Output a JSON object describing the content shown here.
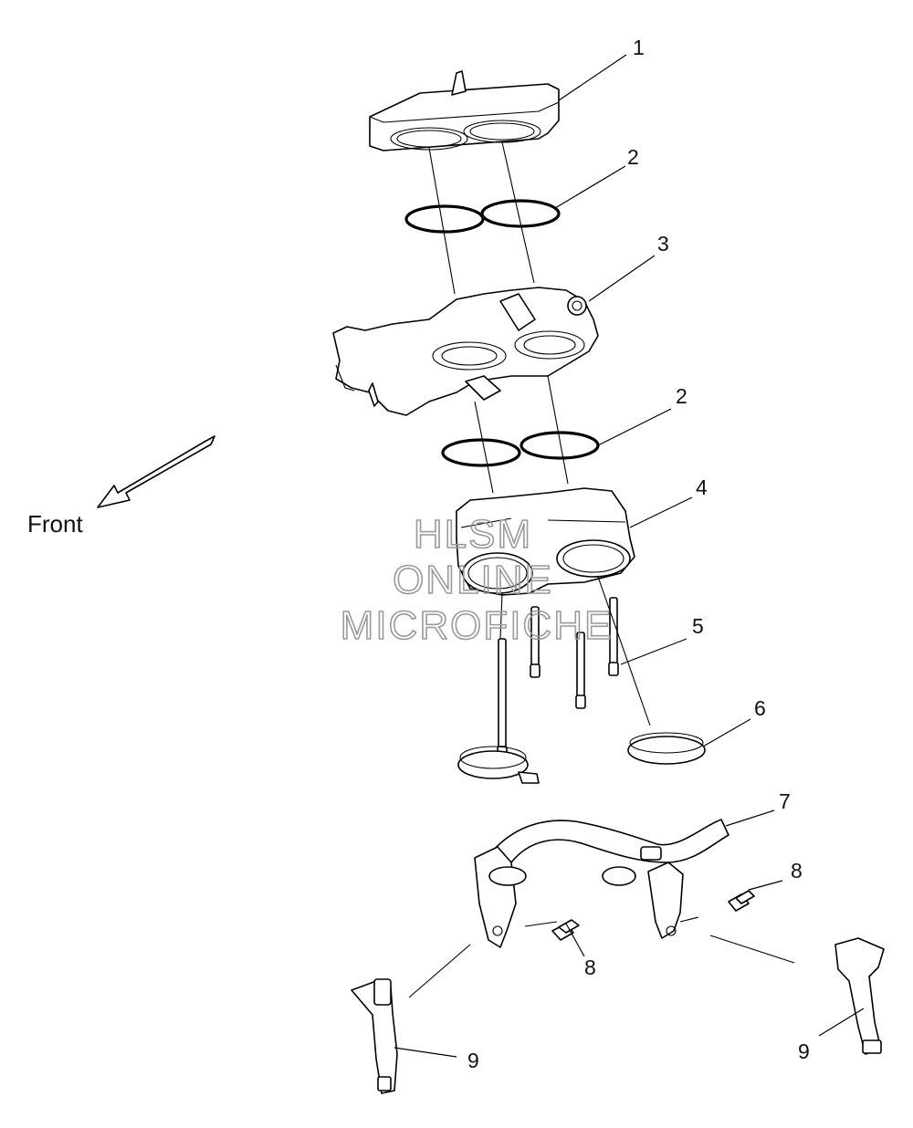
{
  "diagram": {
    "direction_label": "Front",
    "watermark": {
      "line1": "HLSM",
      "line2": "ONLINE",
      "line3": "MICROFICHE"
    },
    "callouts": {
      "c1": "1",
      "c2a": "2",
      "c3": "3",
      "c2b": "2",
      "c4": "4",
      "c5": "5",
      "c6": "6",
      "c7": "7",
      "c8a": "8",
      "c8b": "8",
      "c9a": "9",
      "c9b": "9"
    }
  }
}
